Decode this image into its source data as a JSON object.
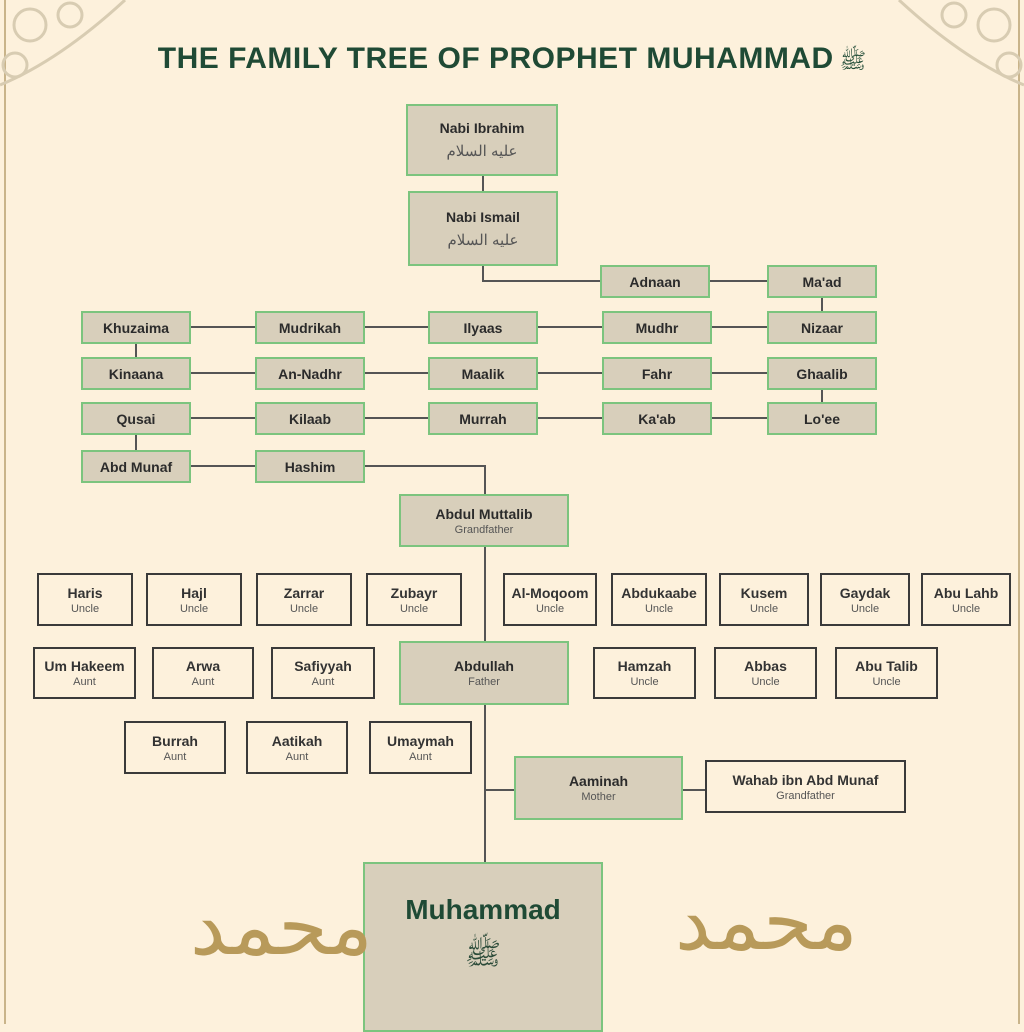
{
  "title": {
    "part1": "THE FAMILY TREE OF",
    "part2": "PROPHET MUHAMMAD",
    "honorific": "ﷺ"
  },
  "colors": {
    "background": "#fdf1dc",
    "box_fill": "#d8cfbb",
    "green_border": "#7cc47e",
    "title_green": "#1f4a35",
    "gold": "#b89a5a"
  },
  "ancestors": {
    "ibrahim": {
      "name": "Nabi Ibrahim",
      "honorific": "عليه السلام"
    },
    "ismail": {
      "name": "Nabi Ismail",
      "honorific": "عليه السلام"
    },
    "adnaan": "Adnaan",
    "maad": "Ma'ad",
    "khuzaima": "Khuzaima",
    "mudrikah": "Mudrikah",
    "ilyaas": "Ilyaas",
    "mudhr": "Mudhr",
    "nizaar": "Nizaar",
    "kinaana": "Kinaana",
    "annadhr": "An-Nadhr",
    "maalik": "Maalik",
    "fahr": "Fahr",
    "ghaalib": "Ghaalib",
    "qusai": "Qusai",
    "kilaab": "Kilaab",
    "murrah": "Murrah",
    "kaab": "Ka'ab",
    "loee": "Lo'ee",
    "abdmunaf": "Abd Munaf",
    "hashim": "Hashim",
    "abdulmuttalib": {
      "name": "Abdul Muttalib",
      "role": "Grandfather"
    },
    "abdullah": {
      "name": "Abdullah",
      "role": "Father"
    },
    "aaminah": {
      "name": "Aaminah",
      "role": "Mother"
    }
  },
  "relatives": [
    {
      "name": "Haris",
      "role": "Uncle"
    },
    {
      "name": "Hajl",
      "role": "Uncle"
    },
    {
      "name": "Zarrar",
      "role": "Uncle"
    },
    {
      "name": "Zubayr",
      "role": "Uncle"
    },
    {
      "name": "Al-Moqoom",
      "role": "Uncle"
    },
    {
      "name": "Abdukaabe",
      "role": "Uncle"
    },
    {
      "name": "Kusem",
      "role": "Uncle"
    },
    {
      "name": "Gaydak",
      "role": "Uncle"
    },
    {
      "name": "Abu Lahb",
      "role": "Uncle"
    },
    {
      "name": "Um Hakeem",
      "role": "Aunt"
    },
    {
      "name": "Arwa",
      "role": "Aunt"
    },
    {
      "name": "Safiyyah",
      "role": "Aunt"
    },
    {
      "name": "Hamzah",
      "role": "Uncle"
    },
    {
      "name": "Abbas",
      "role": "Uncle"
    },
    {
      "name": "Abu Talib",
      "role": "Uncle"
    },
    {
      "name": "Burrah",
      "role": "Aunt"
    },
    {
      "name": "Aatikah",
      "role": "Aunt"
    },
    {
      "name": "Umaymah",
      "role": "Aunt"
    },
    {
      "name": "Wahab ibn Abd Munaf",
      "role": "Grandfather"
    }
  ],
  "prophet": {
    "name": "Muhammad",
    "honorific": "ﷺ"
  },
  "calligraphy": {
    "left": "محمد",
    "right": "محمد"
  }
}
